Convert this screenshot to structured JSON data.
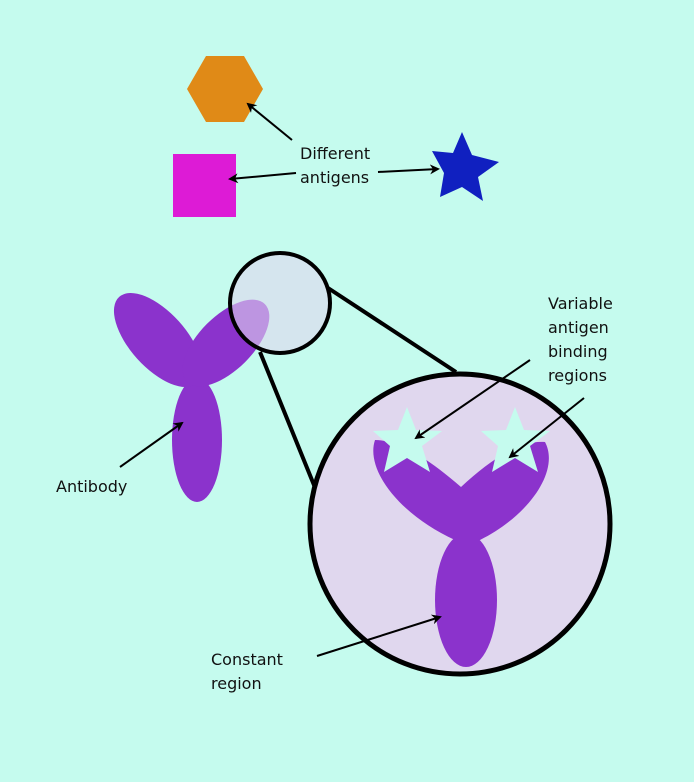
{
  "labels": {
    "antigens_line1": "Different",
    "antigens_line2": "antigens",
    "variable_line1": "Variable",
    "variable_line2": "antigen",
    "variable_line3": "binding",
    "variable_line4": "regions",
    "antibody": "Antibody",
    "constant_line1": "Constant",
    "constant_line2": "region"
  },
  "colors": {
    "background": "#c5fbee",
    "antibody": "#8b33cc",
    "hexagon": "#e08a17",
    "square": "#dd1bd6",
    "star": "#1020c0",
    "magnifier_fill": "#e0d7ee"
  }
}
